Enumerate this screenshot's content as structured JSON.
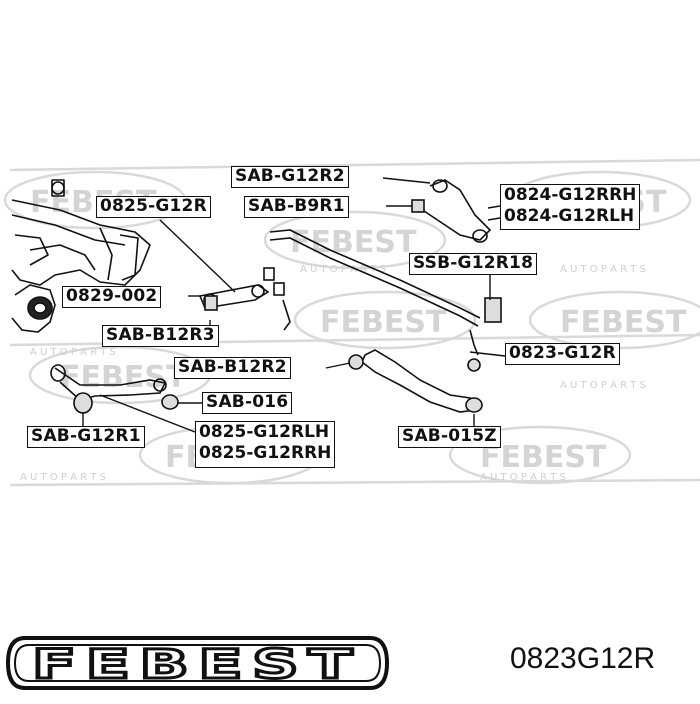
{
  "labels": {
    "sab_g12r2": "SAB-G12R2",
    "g0825_g12r": "0825-G12R",
    "sab_b9r1": "SAB-B9R1",
    "g0824_g12rrh": "0824-G12RRH",
    "g0824_g12rlh": "0824-G12RLH",
    "ssb_g12r18": "SSB-G12R18",
    "g0829_002": "0829-002",
    "sab_b12r3": "SAB-B12R3",
    "sab_b12r2": "SAB-B12R2",
    "g0823_g12r": "0823-G12R",
    "sab_016": "SAB-016",
    "sab_g12r1": "SAB-G12R1",
    "g0825_g12rlh": "0825-G12RLH",
    "g0825_g12rrh": "0825-G12RRH",
    "sab_015z": "SAB-015Z"
  },
  "watermark": {
    "brand": "FEBEST",
    "tagline": "A U T O   P A R T S"
  },
  "brand_logo": "FEBEST",
  "part_number": "0823G12R",
  "colors": {
    "ink": "#111111",
    "watermark": "#d9d9d9"
  }
}
